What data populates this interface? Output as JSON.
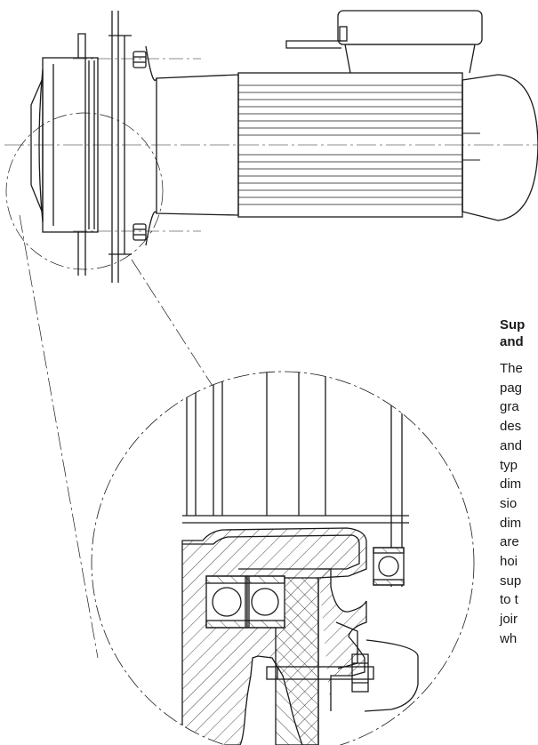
{
  "caption": {
    "heading_lines": [
      "Sup",
      "and"
    ],
    "body_lines": [
      "The",
      "pag",
      "gra",
      "des",
      "and",
      "typ",
      "dim",
      "sio",
      "dim",
      "are",
      "hoi",
      "sup",
      "to t",
      "joir",
      "wh"
    ]
  },
  "colors": {
    "line": "#1a1a1a",
    "background": "#ffffff"
  },
  "drawing": {
    "views": [
      "side-view-motor-with-wheel-flange",
      "enlarged-sectional-detail"
    ],
    "section_hatching": true
  }
}
